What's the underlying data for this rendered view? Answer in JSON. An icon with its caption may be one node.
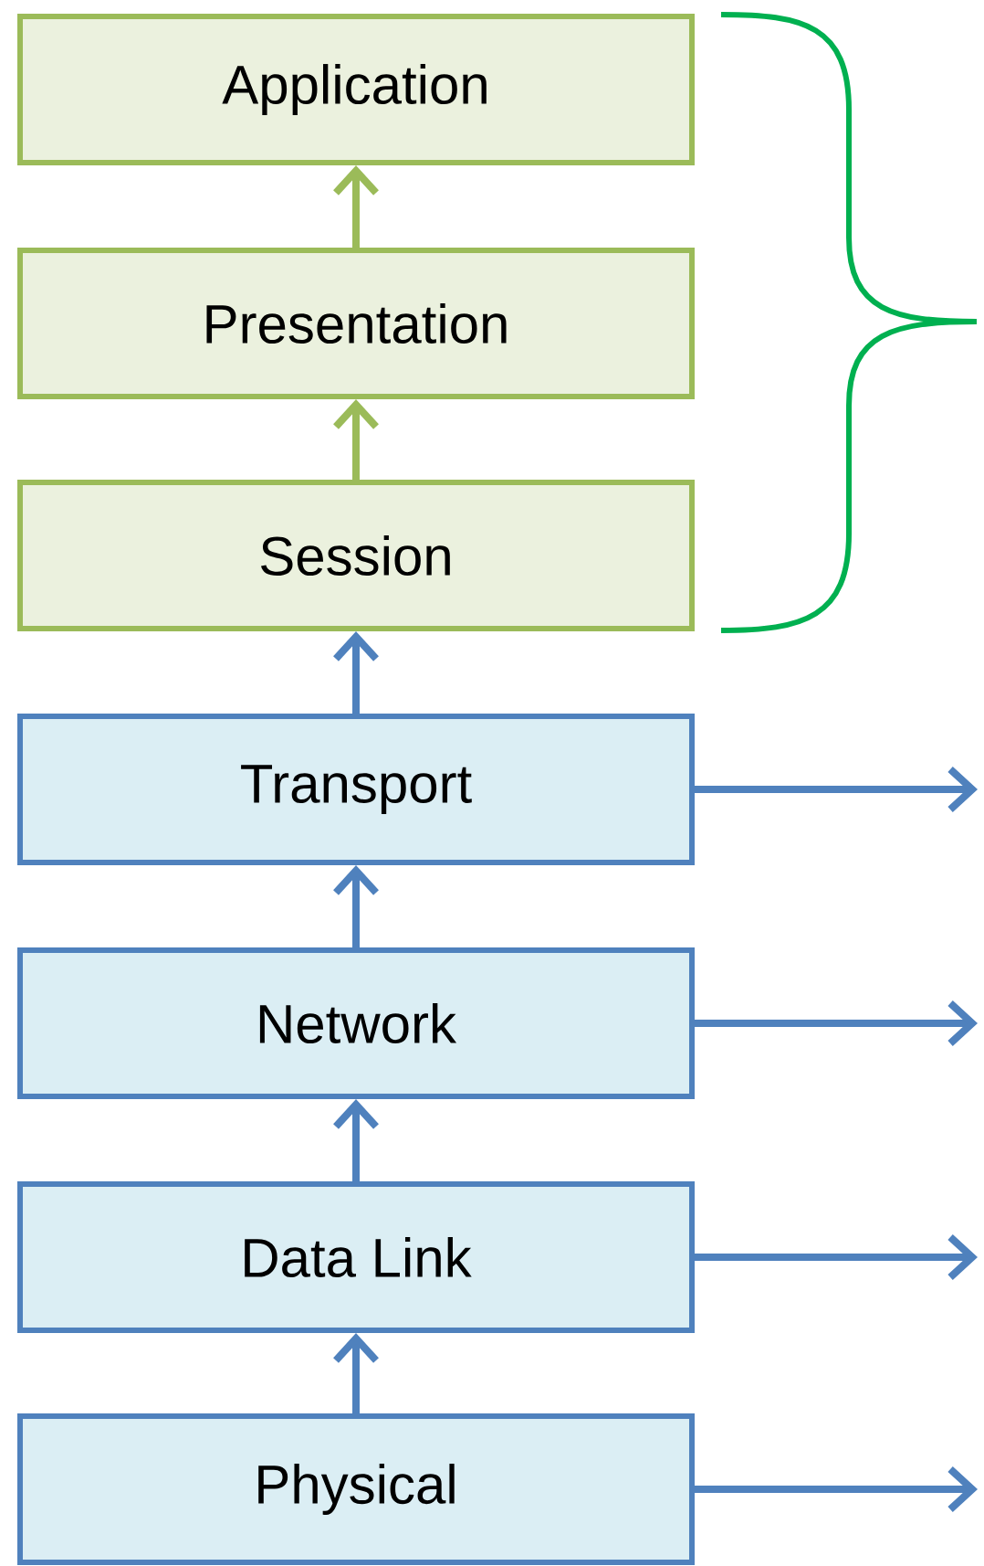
{
  "diagram": {
    "nodes": [
      {
        "text": [
          "Application"
        ]
      },
      {
        "text": [
          "Presentation"
        ]
      },
      {
        "text": [
          "Session"
        ]
      },
      {
        "text": [
          "Transport"
        ]
      },
      {
        "text": [
          "Network"
        ]
      },
      {
        "text": [
          "Data Link"
        ]
      },
      {
        "text": [
          "Physical"
        ]
      }
    ],
    "edges": [
      {
        "from": 6,
        "to": 5,
        "arrow": "to"
      },
      {
        "from": 5,
        "to": 4,
        "arrow": "to"
      },
      {
        "from": 4,
        "to": 3,
        "arrow": "to"
      },
      {
        "from": 3,
        "to": 2,
        "arrow": "to"
      },
      {
        "from": 2,
        "to": 1,
        "arrow": "to",
        "color": "#9bbb59"
      },
      {
        "from": 1,
        "to": 0,
        "arrow": "to",
        "color": "#9bbb59"
      },
      {
        "from": 3,
        "to": null,
        "arrow": "to"
      },
      {
        "from": 4,
        "to": null,
        "arrow": "to"
      },
      {
        "from": 5,
        "to": null,
        "arrow": "to"
      },
      {
        "from": 6,
        "to": null,
        "arrow": "to"
      }
    ]
  }
}
